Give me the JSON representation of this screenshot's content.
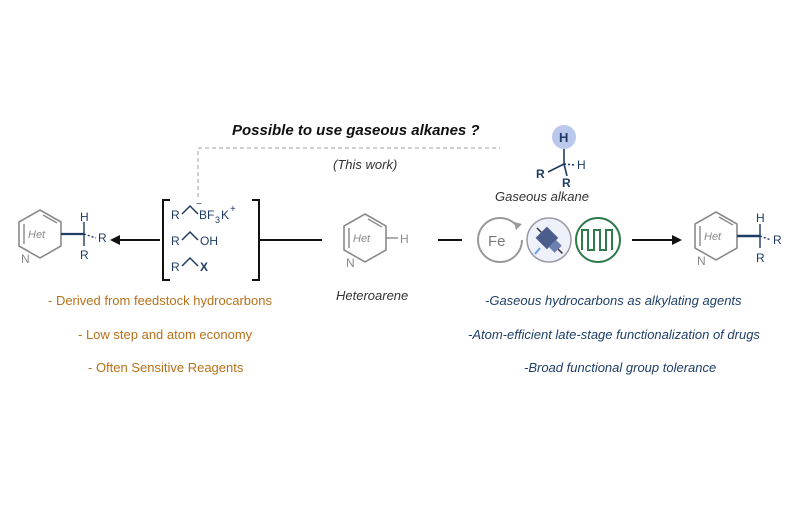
{
  "title": "Possible to use gaseous alkanes ?",
  "this_work": "(This work)",
  "gaseous_alkane_label": "Gaseous alkane",
  "heteroarene_label": "Heteroarene",
  "het": "Het",
  "atoms": {
    "N": "N",
    "H": "H",
    "R": "R",
    "OH": "OH",
    "X": "X",
    "BF3K": "BF",
    "three": "3",
    "K": "K",
    "plus": "+",
    "minus": "−",
    "Fe": "Fe"
  },
  "drawbacks": [
    "- Derived from feedstock hydrocarbons",
    "- Low step and atom economy",
    "- Often Sensitive Reagents"
  ],
  "advantages": [
    "-Gaseous hydrocarbons as alkylating agents",
    "-Atom-efficient late-stage functionalization of drugs",
    "-Broad functional group tolerance"
  ],
  "colors": {
    "drawback_text": "#b6711a",
    "advantage_text": "#1e3f66",
    "bond_blue": "#1f3c63",
    "ring_gray": "#8a8a8a",
    "highlight_circle": "#b9c8ec",
    "wave_green": "#2f7a4a",
    "dashed": "#b5b5b5"
  },
  "icons": [
    "fe-cycle-icon",
    "electrode-icon",
    "heat-wave-icon"
  ]
}
